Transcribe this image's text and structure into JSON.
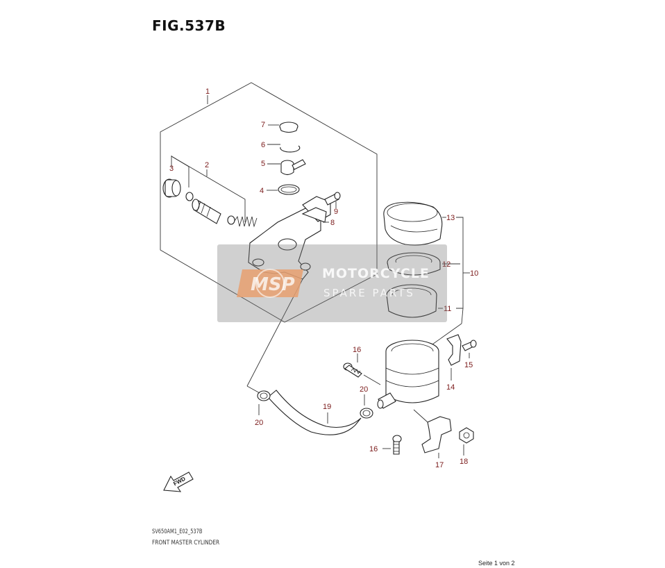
{
  "figure": {
    "title": "FIG.537B",
    "code": "SV650AM1_E02_537B",
    "name": "FRONT MASTER CYLINDER",
    "page_indicator": "Seite 1 von 2"
  },
  "callouts": [
    "1",
    "2",
    "3",
    "4",
    "5",
    "6",
    "7",
    "8",
    "9",
    "10",
    "11",
    "12",
    "13",
    "14",
    "15",
    "16",
    "16",
    "17",
    "18",
    "19",
    "20",
    "20"
  ],
  "fwd_label": "FWD",
  "watermark": {
    "logo_text": "MSP",
    "line1": "MOTORCYCLE",
    "line2": "SPARE PARTS"
  },
  "colors": {
    "callout_text": "#7a1a1a",
    "line": "#333333",
    "watermark_logo": "#e8a070"
  }
}
